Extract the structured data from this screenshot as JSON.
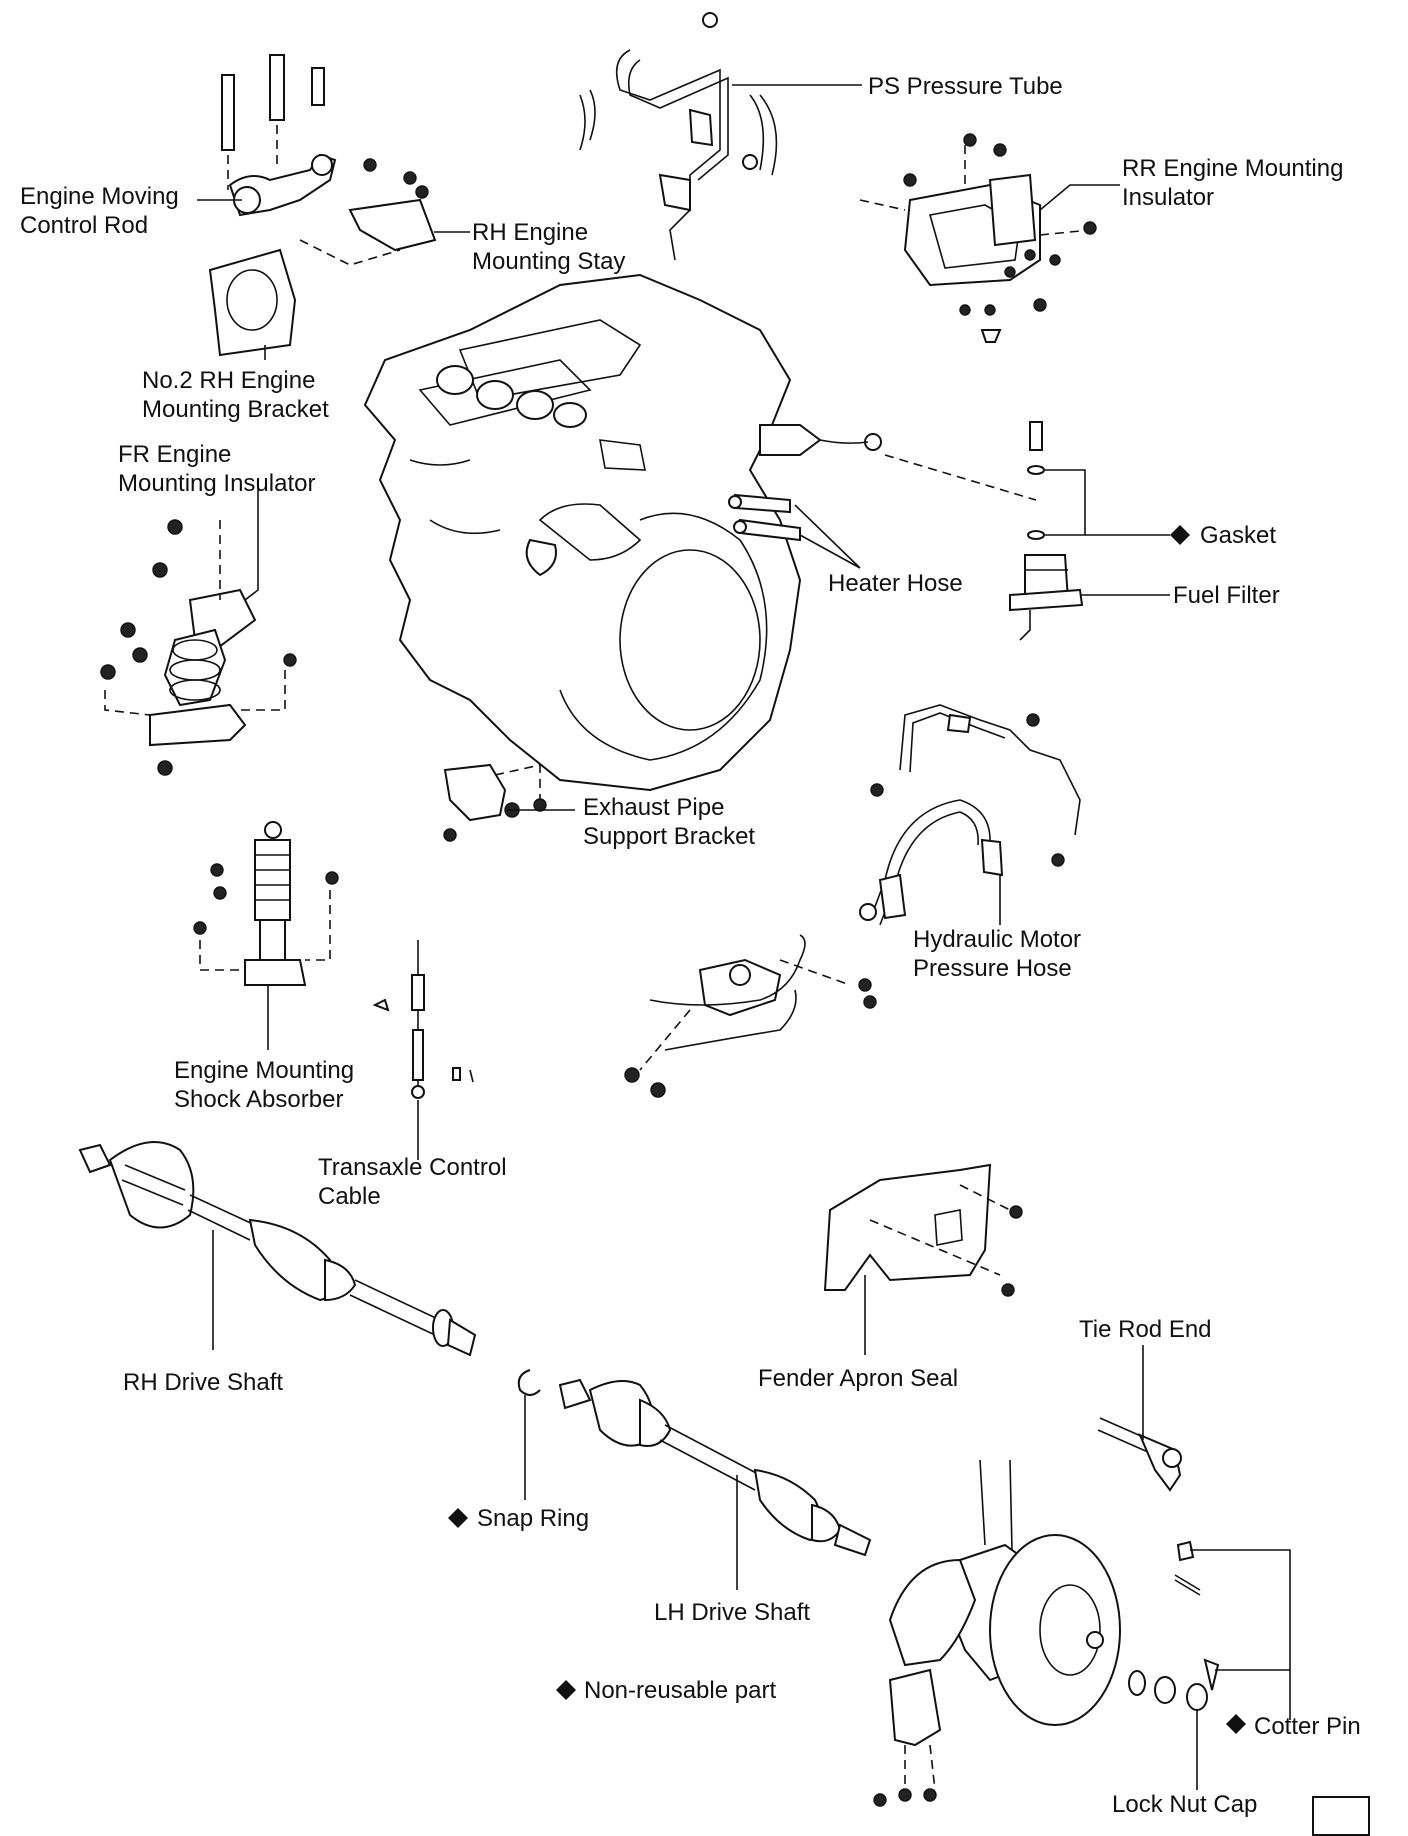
{
  "labels": {
    "ps_pressure_tube": "PS Pressure Tube",
    "rr_insulator": [
      "RR Engine Mounting",
      "Insulator"
    ],
    "engine_moving_control_rod": [
      "Engine Moving",
      "Control Rod"
    ],
    "rh_engine_mounting_stay": [
      "RH Engine",
      "Mounting Stay"
    ],
    "no2_rh_bracket": [
      "No.2  RH Engine",
      "Mounting Bracket"
    ],
    "fr_insulator": [
      "FR Engine",
      "Mounting Insulator"
    ],
    "gasket": "Gasket",
    "heater_hose": "Heater Hose",
    "fuel_filter": "Fuel Filter",
    "exhaust_bracket": [
      "Exhaust Pipe",
      "Support Bracket"
    ],
    "hydraulic_hose": [
      "Hydraulic Motor",
      "Pressure Hose"
    ],
    "shock_absorber": [
      "Engine Mounting",
      "Shock Absorber"
    ],
    "transaxle_cable": [
      "Transaxle Control",
      "Cable"
    ],
    "rh_drive_shaft": "RH Drive Shaft",
    "fender_apron_seal": "Fender Apron Seal",
    "tie_rod_end": "Tie Rod End",
    "snap_ring": "Snap Ring",
    "lh_drive_shaft": "LH Drive Shaft",
    "non_reusable": "Non-reusable part",
    "cotter_pin": "Cotter Pin",
    "lock_nut_cap": "Lock Nut Cap"
  }
}
